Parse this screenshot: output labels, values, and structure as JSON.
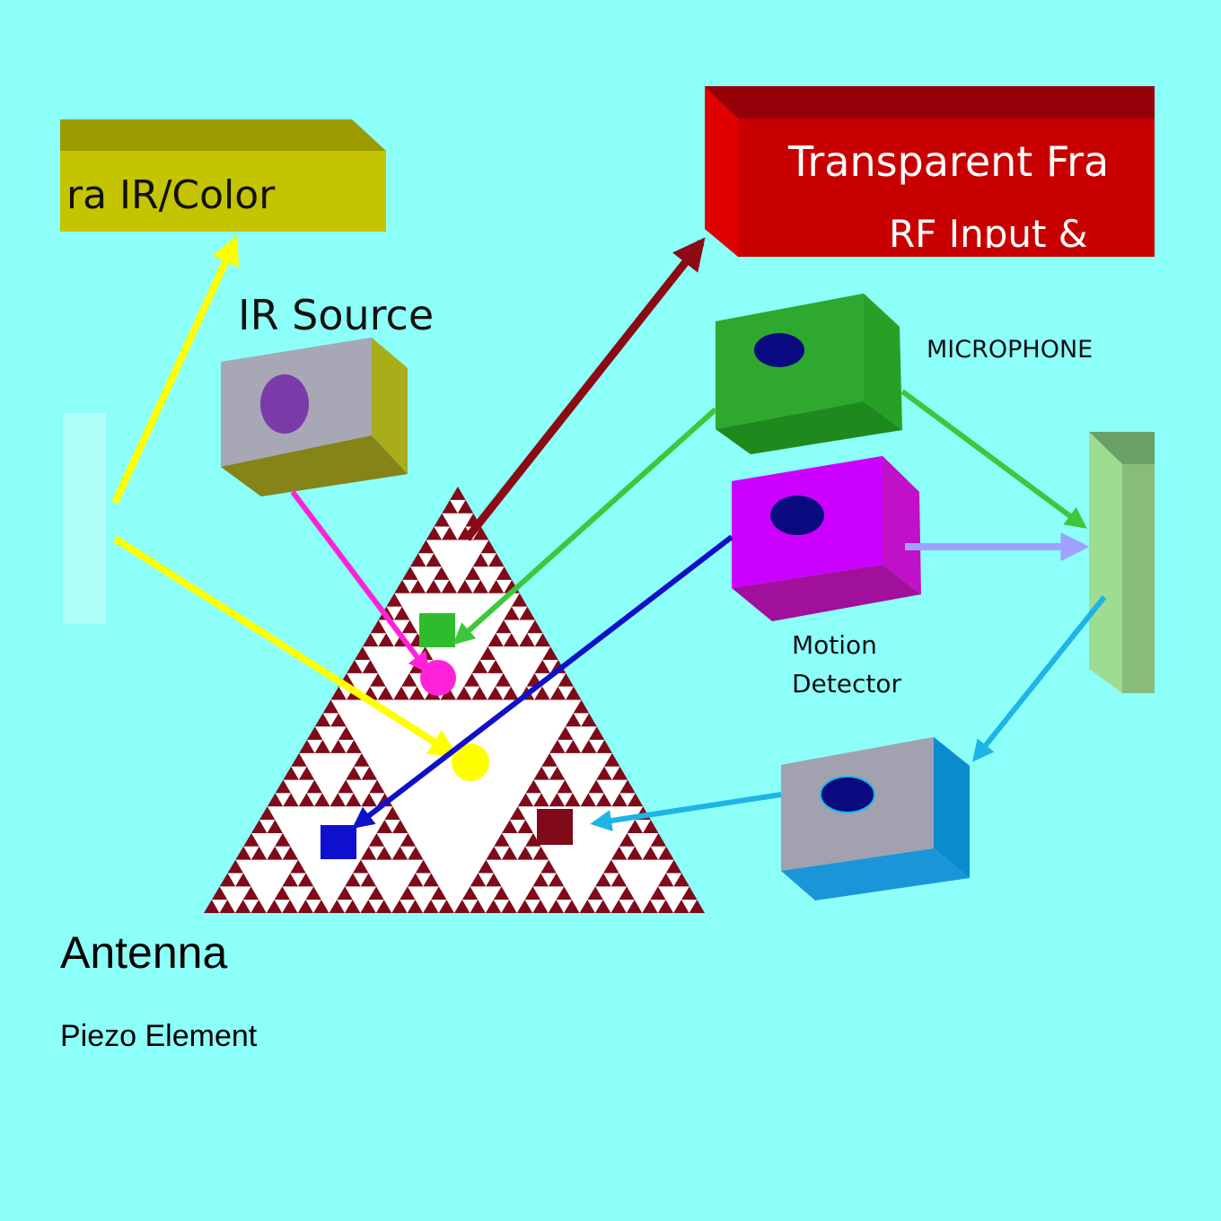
{
  "labels": {
    "camera": "ra IR/Color",
    "frame_line1": "Transparent Fra",
    "frame_line2": "RF Input &",
    "ir_source": "IR Source",
    "microphone": "MICROPHONE",
    "motion_line1": "Motion",
    "motion_line2": "Detector",
    "antenna": "Antenna",
    "piezo": "Piezo Element"
  },
  "colors": {
    "background": "#8cfff9",
    "camera_box": "#c4c400",
    "frame_box": "#c80000",
    "ir_source_box": "#a7a7b5",
    "microphone_box": "#2ea82e",
    "motion_box": "#cc00ff",
    "sensor_box": "#a1a1b0",
    "panel": "#98dc8c",
    "sierpinski": "#7f0a1a",
    "arrow_yellow": "#ffff00",
    "arrow_darkred": "#8b0a14",
    "arrow_magenta": "#ff22d8",
    "arrow_green": "#3cc83c",
    "arrow_blue": "#1010c8",
    "arrow_lavender": "#a0a0ff",
    "arrow_skyblue": "#1eb4e6"
  }
}
